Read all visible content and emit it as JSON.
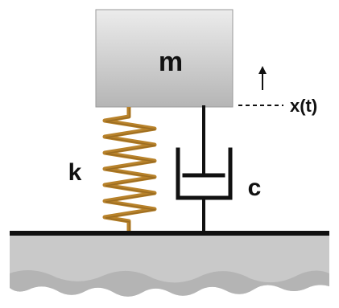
{
  "labels": {
    "mass": "m",
    "spring": "k",
    "damper": "c",
    "displacement": "x(t)"
  },
  "colors": {
    "mass_fill_top": "#e8e8e8",
    "mass_fill_bottom": "#b9b9b9",
    "spring": "#b8822a",
    "ground": "#c8c8c8",
    "line": "#111111"
  }
}
